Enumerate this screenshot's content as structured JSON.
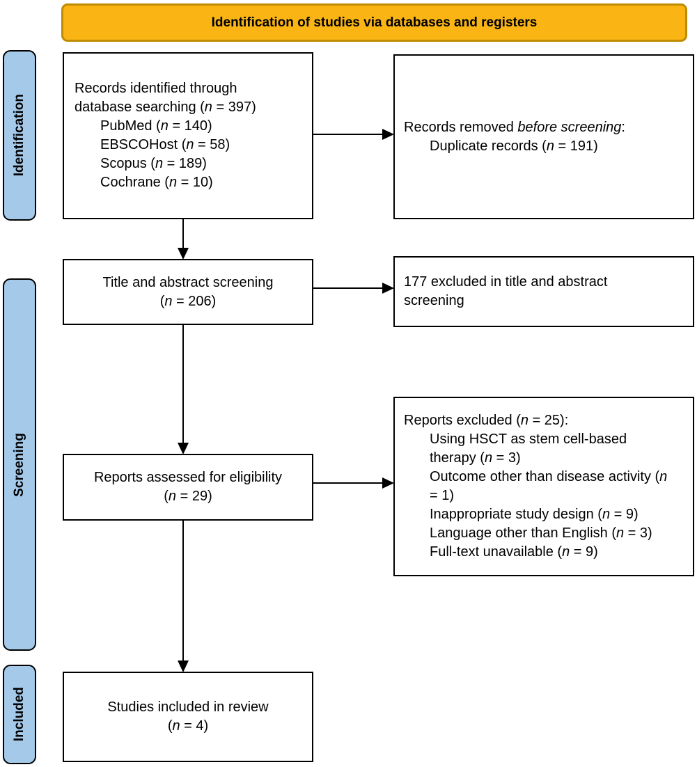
{
  "banner": {
    "title": "Identification of studies via databases and registers",
    "fill": "#FAB515",
    "border_color": "#BE8C00"
  },
  "symbols": {
    "n": "n"
  },
  "sidebar": {
    "fill": "#A5C9E9",
    "stages": [
      {
        "label": "Identification"
      },
      {
        "label": "Screening"
      },
      {
        "label": "Included"
      }
    ]
  },
  "boxes": {
    "identified": {
      "line1": "Records identified through",
      "line2_pre": "database searching (",
      "line2_post": " = 397)",
      "items": [
        {
          "pre": "PubMed (",
          "post": " = 140)"
        },
        {
          "pre": "EBSCOHost (",
          "post": " = 58)"
        },
        {
          "pre": "Scopus (",
          "post": " = 189)"
        },
        {
          "pre": "Cochrane (",
          "post": " = 10)"
        }
      ]
    },
    "removed": {
      "pre": "Records removed ",
      "italic": "before screening",
      "post": ":",
      "item_pre": "Duplicate records (",
      "item_post": " = 191)"
    },
    "title_abstract": {
      "line1": "Title and abstract screening",
      "count_pre": "(",
      "count_post": " = 206)"
    },
    "excluded_title_abstract": {
      "text": "177 excluded in title and abstract screening"
    },
    "assessed": {
      "line1": "Reports assessed for eligibility",
      "count_pre": "(",
      "count_post": " = 29)"
    },
    "reports_excluded": {
      "header_pre": "Reports excluded (",
      "header_post": " = 25):",
      "items": [
        {
          "pre": "Using HSCT as stem cell-based therapy (",
          "post": " = 3)"
        },
        {
          "pre": "Outcome other than disease activity (",
          "post": " = 1)"
        },
        {
          "pre": "Inappropriate study design (",
          "post": " = 9)"
        },
        {
          "pre": "Language other than English (",
          "post": " = 3)"
        },
        {
          "pre": "Full-text unavailable (",
          "post": " = 9)"
        }
      ]
    },
    "included": {
      "line1": "Studies included in review",
      "count_pre": "(",
      "count_post": " = 4)"
    }
  }
}
